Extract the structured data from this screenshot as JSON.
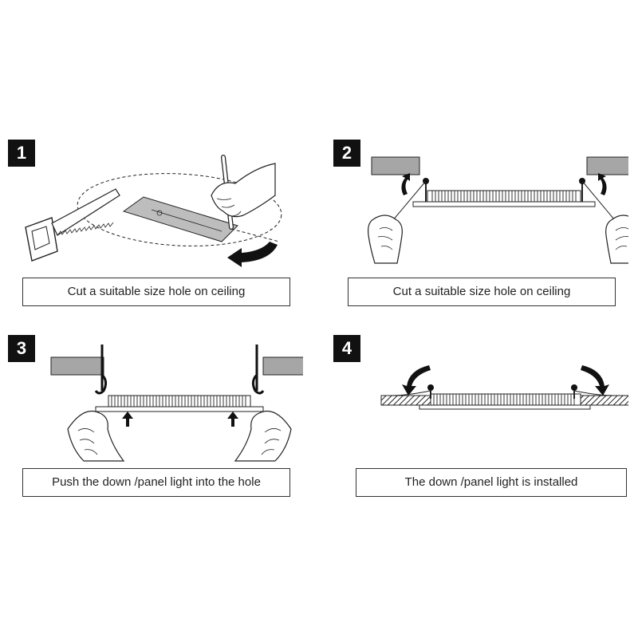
{
  "steps": [
    {
      "number": "1",
      "caption": "Cut a suitable size hole on ceiling"
    },
    {
      "number": "2",
      "caption": "Cut a suitable size hole on ceiling"
    },
    {
      "number": "3",
      "caption": "Push the down /panel light  into the hole"
    },
    {
      "number": "4",
      "caption": "The down /panel light is installed"
    }
  ],
  "colors": {
    "ceiling": "#a6a6a6",
    "ink": "#111111",
    "caption_border": "#333333"
  }
}
